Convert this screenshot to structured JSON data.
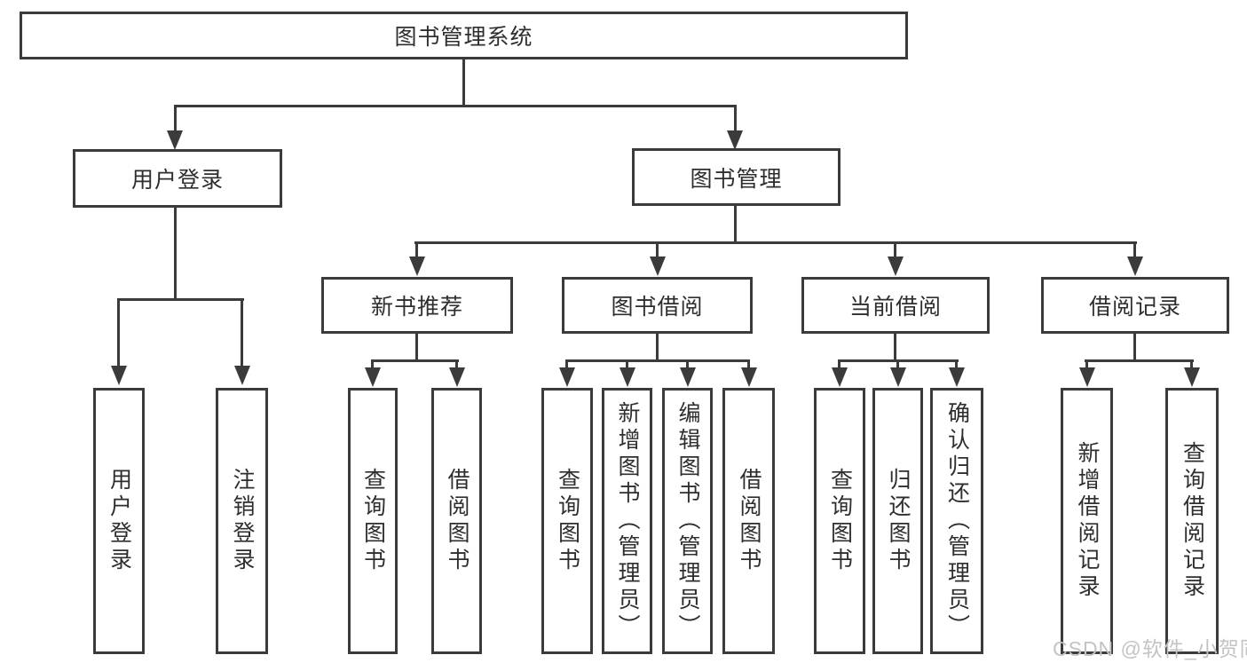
{
  "diagram": {
    "title": "图书管理系统",
    "watermark": "CSDN @软件_小贺同学",
    "colors": {
      "line": "#3b3b3b",
      "text": "#2e2e2e",
      "watermark": "#c3c3c3",
      "background": "#ffffff"
    },
    "nodes": {
      "root": "图书管理系统",
      "user_login": "用户登录",
      "book_mgmt": "图书管理",
      "new_book_rec": "新书推荐",
      "book_borrow": "图书借阅",
      "current_borrow": "当前借阅",
      "borrow_records": "借阅记录",
      "ul_user_login": "用户登录",
      "ul_logout": "注销登录",
      "nb_query": "查询图书",
      "nb_borrow": "借阅图书",
      "bb_query": "查询图书",
      "bb_add": "新增图书（管理员）",
      "bb_edit": "编辑图书（管理员）",
      "bb_borrow": "借阅图书",
      "cb_query": "查询图书",
      "cb_return": "归还图书",
      "cb_confirm": "确认归还（管理员）",
      "br_add": "新增借阅记录",
      "br_query": "查询借阅记录"
    },
    "hierarchy": {
      "label": "图书管理系统",
      "children": [
        {
          "label": "用户登录",
          "children": [
            {
              "label": "用户登录"
            },
            {
              "label": "注销登录"
            }
          ]
        },
        {
          "label": "图书管理",
          "children": [
            {
              "label": "新书推荐",
              "children": [
                {
                  "label": "查询图书"
                },
                {
                  "label": "借阅图书"
                }
              ]
            },
            {
              "label": "图书借阅",
              "children": [
                {
                  "label": "查询图书"
                },
                {
                  "label": "新增图书（管理员）"
                },
                {
                  "label": "编辑图书（管理员）"
                },
                {
                  "label": "借阅图书"
                }
              ]
            },
            {
              "label": "当前借阅",
              "children": [
                {
                  "label": "查询图书"
                },
                {
                  "label": "归还图书"
                },
                {
                  "label": "确认归还（管理员）"
                }
              ]
            },
            {
              "label": "借阅记录",
              "children": [
                {
                  "label": "新增借阅记录"
                },
                {
                  "label": "查询借阅记录"
                }
              ]
            }
          ]
        }
      ]
    }
  }
}
